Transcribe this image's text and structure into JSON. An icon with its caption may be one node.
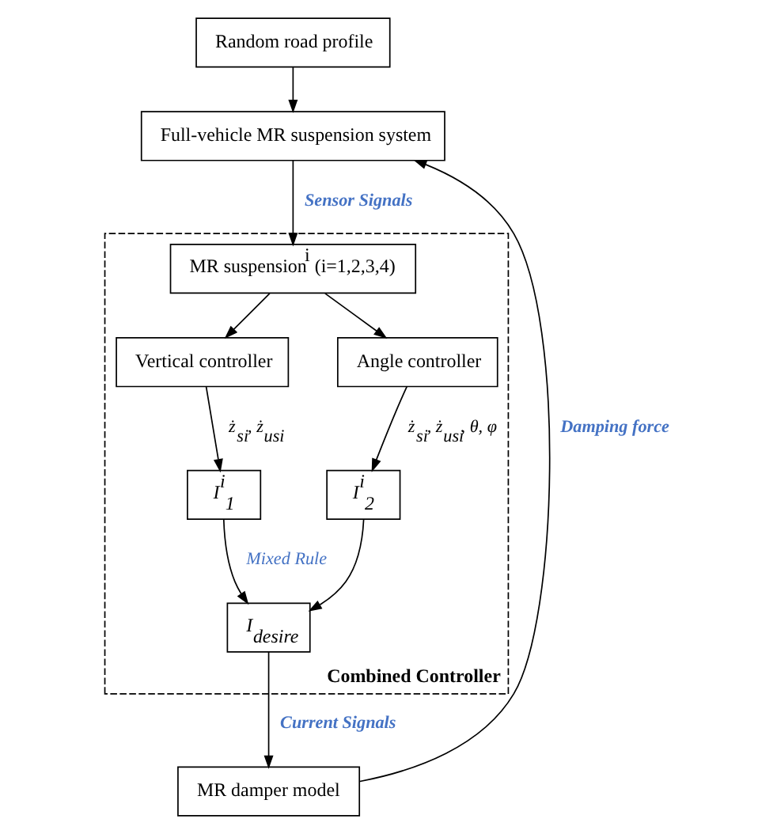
{
  "diagram": {
    "nodes": [
      {
        "text": [
          "Random road profile"
        ]
      },
      {
        "text": [
          "Full-vehicle MR suspension system"
        ]
      },
      {
        "text": [
          "Combined Controller"
        ]
      },
      {
        "text": [
          "MR suspension$^{i}$ (i=1,2,3,4)"
        ],
        "in": 2
      },
      {
        "text": [
          "Vertical controller"
        ],
        "in": 2
      },
      {
        "text": [
          "Angle controller"
        ],
        "in": 2
      },
      {
        "text": [
          "I$^{i}$$_{1}$"
        ],
        "in": 2
      },
      {
        "text": [
          "I$^{i}$$_{2}$"
        ],
        "in": 2
      },
      {
        "text": [
          "I$_{desire}$"
        ],
        "in": 2
      },
      {
        "text": [
          "MR damper model"
        ]
      }
    ],
    "edges": [
      {
        "from": 0,
        "to": 1,
        "arrow": "to"
      },
      {
        "from": 1,
        "to": 3,
        "arrow": "to",
        "label": "Sensor Signals"
      },
      {
        "from": 3,
        "to": 4,
        "arrow": "to"
      },
      {
        "from": 3,
        "to": 5,
        "arrow": "to"
      },
      {
        "from": 4,
        "to": 6,
        "arrow": "to",
        "label": "ż$_{si}$, ż$_{usi}$"
      },
      {
        "from": 5,
        "to": 7,
        "arrow": "to",
        "label": "ż$_{si}$, ż$_{usi}$, θ, φ"
      },
      {
        "from": 6,
        "to": 8,
        "arrow": "to",
        "label": "Mixed Rule"
      },
      {
        "from": 7,
        "to": 8,
        "arrow": "to"
      },
      {
        "from": 8,
        "to": 9,
        "arrow": "to",
        "label": "Current Signals"
      },
      {
        "from": 9,
        "to": 1,
        "arrow": "to",
        "label": "Damping force"
      }
    ]
  }
}
